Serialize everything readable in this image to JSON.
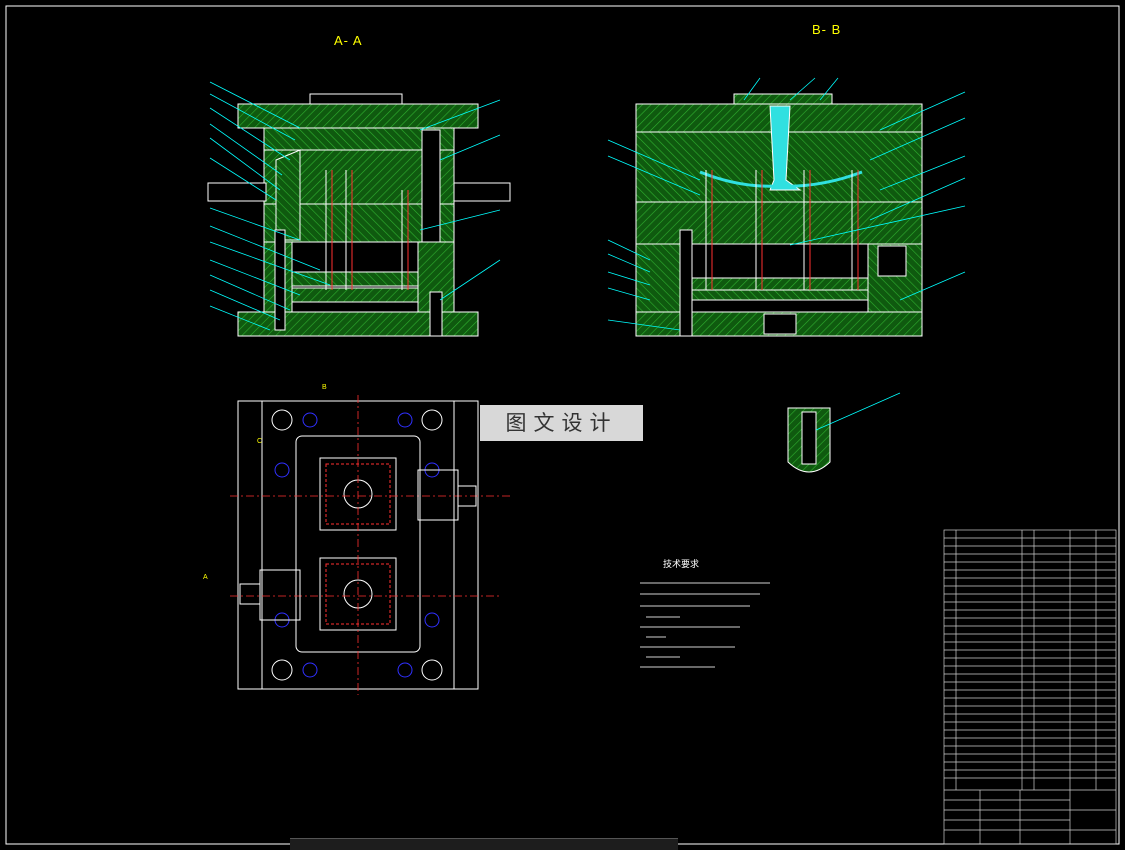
{
  "drawing": {
    "section_aa_label": "A- A",
    "section_bb_label": "B- B",
    "watermark_text": "图文设计",
    "tech_requirements_title": "技术要求",
    "section_markers": [
      "A",
      "B",
      "C"
    ]
  },
  "colors": {
    "background": "#000000",
    "hatch_green": "#1a8a1a",
    "outline_white": "#ffffff",
    "leader_cyan": "#00ffff",
    "label_yellow": "#ffff00",
    "center_red": "#ff2020",
    "hidden_blue": "#3030ff",
    "cavity_cyan": "#30e0e0"
  },
  "icons": {
    "part_balloon": "leader-line-number",
    "section_arrow": "section-view-arrow"
  }
}
